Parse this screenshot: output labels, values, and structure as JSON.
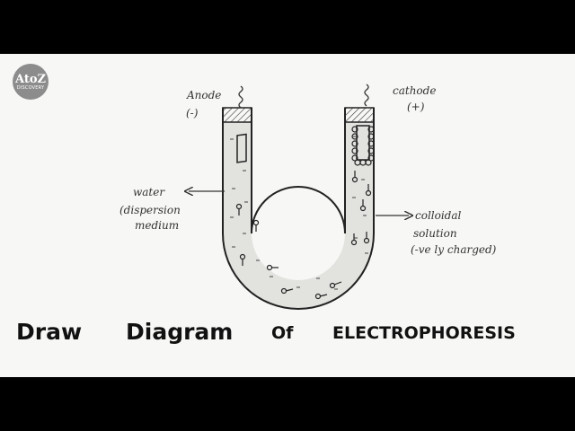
{
  "logo": {
    "main": "AtoZ",
    "sub": "DISCOVERY"
  },
  "labels": {
    "anode": "Anode",
    "anode_sign": "(-)",
    "cathode": "cathode",
    "cathode_sign": "(+)",
    "water_line1": "water",
    "water_line2": "(dispersion",
    "water_line3": "medium",
    "colloid_line1": "colloidal",
    "colloid_line2": "solution",
    "colloid_line3": "(-ve ly charged)"
  },
  "caption": {
    "word1": "Draw",
    "word2": "Diagram",
    "word3": "Of",
    "word4": "ELECTROPHORESIS"
  }
}
